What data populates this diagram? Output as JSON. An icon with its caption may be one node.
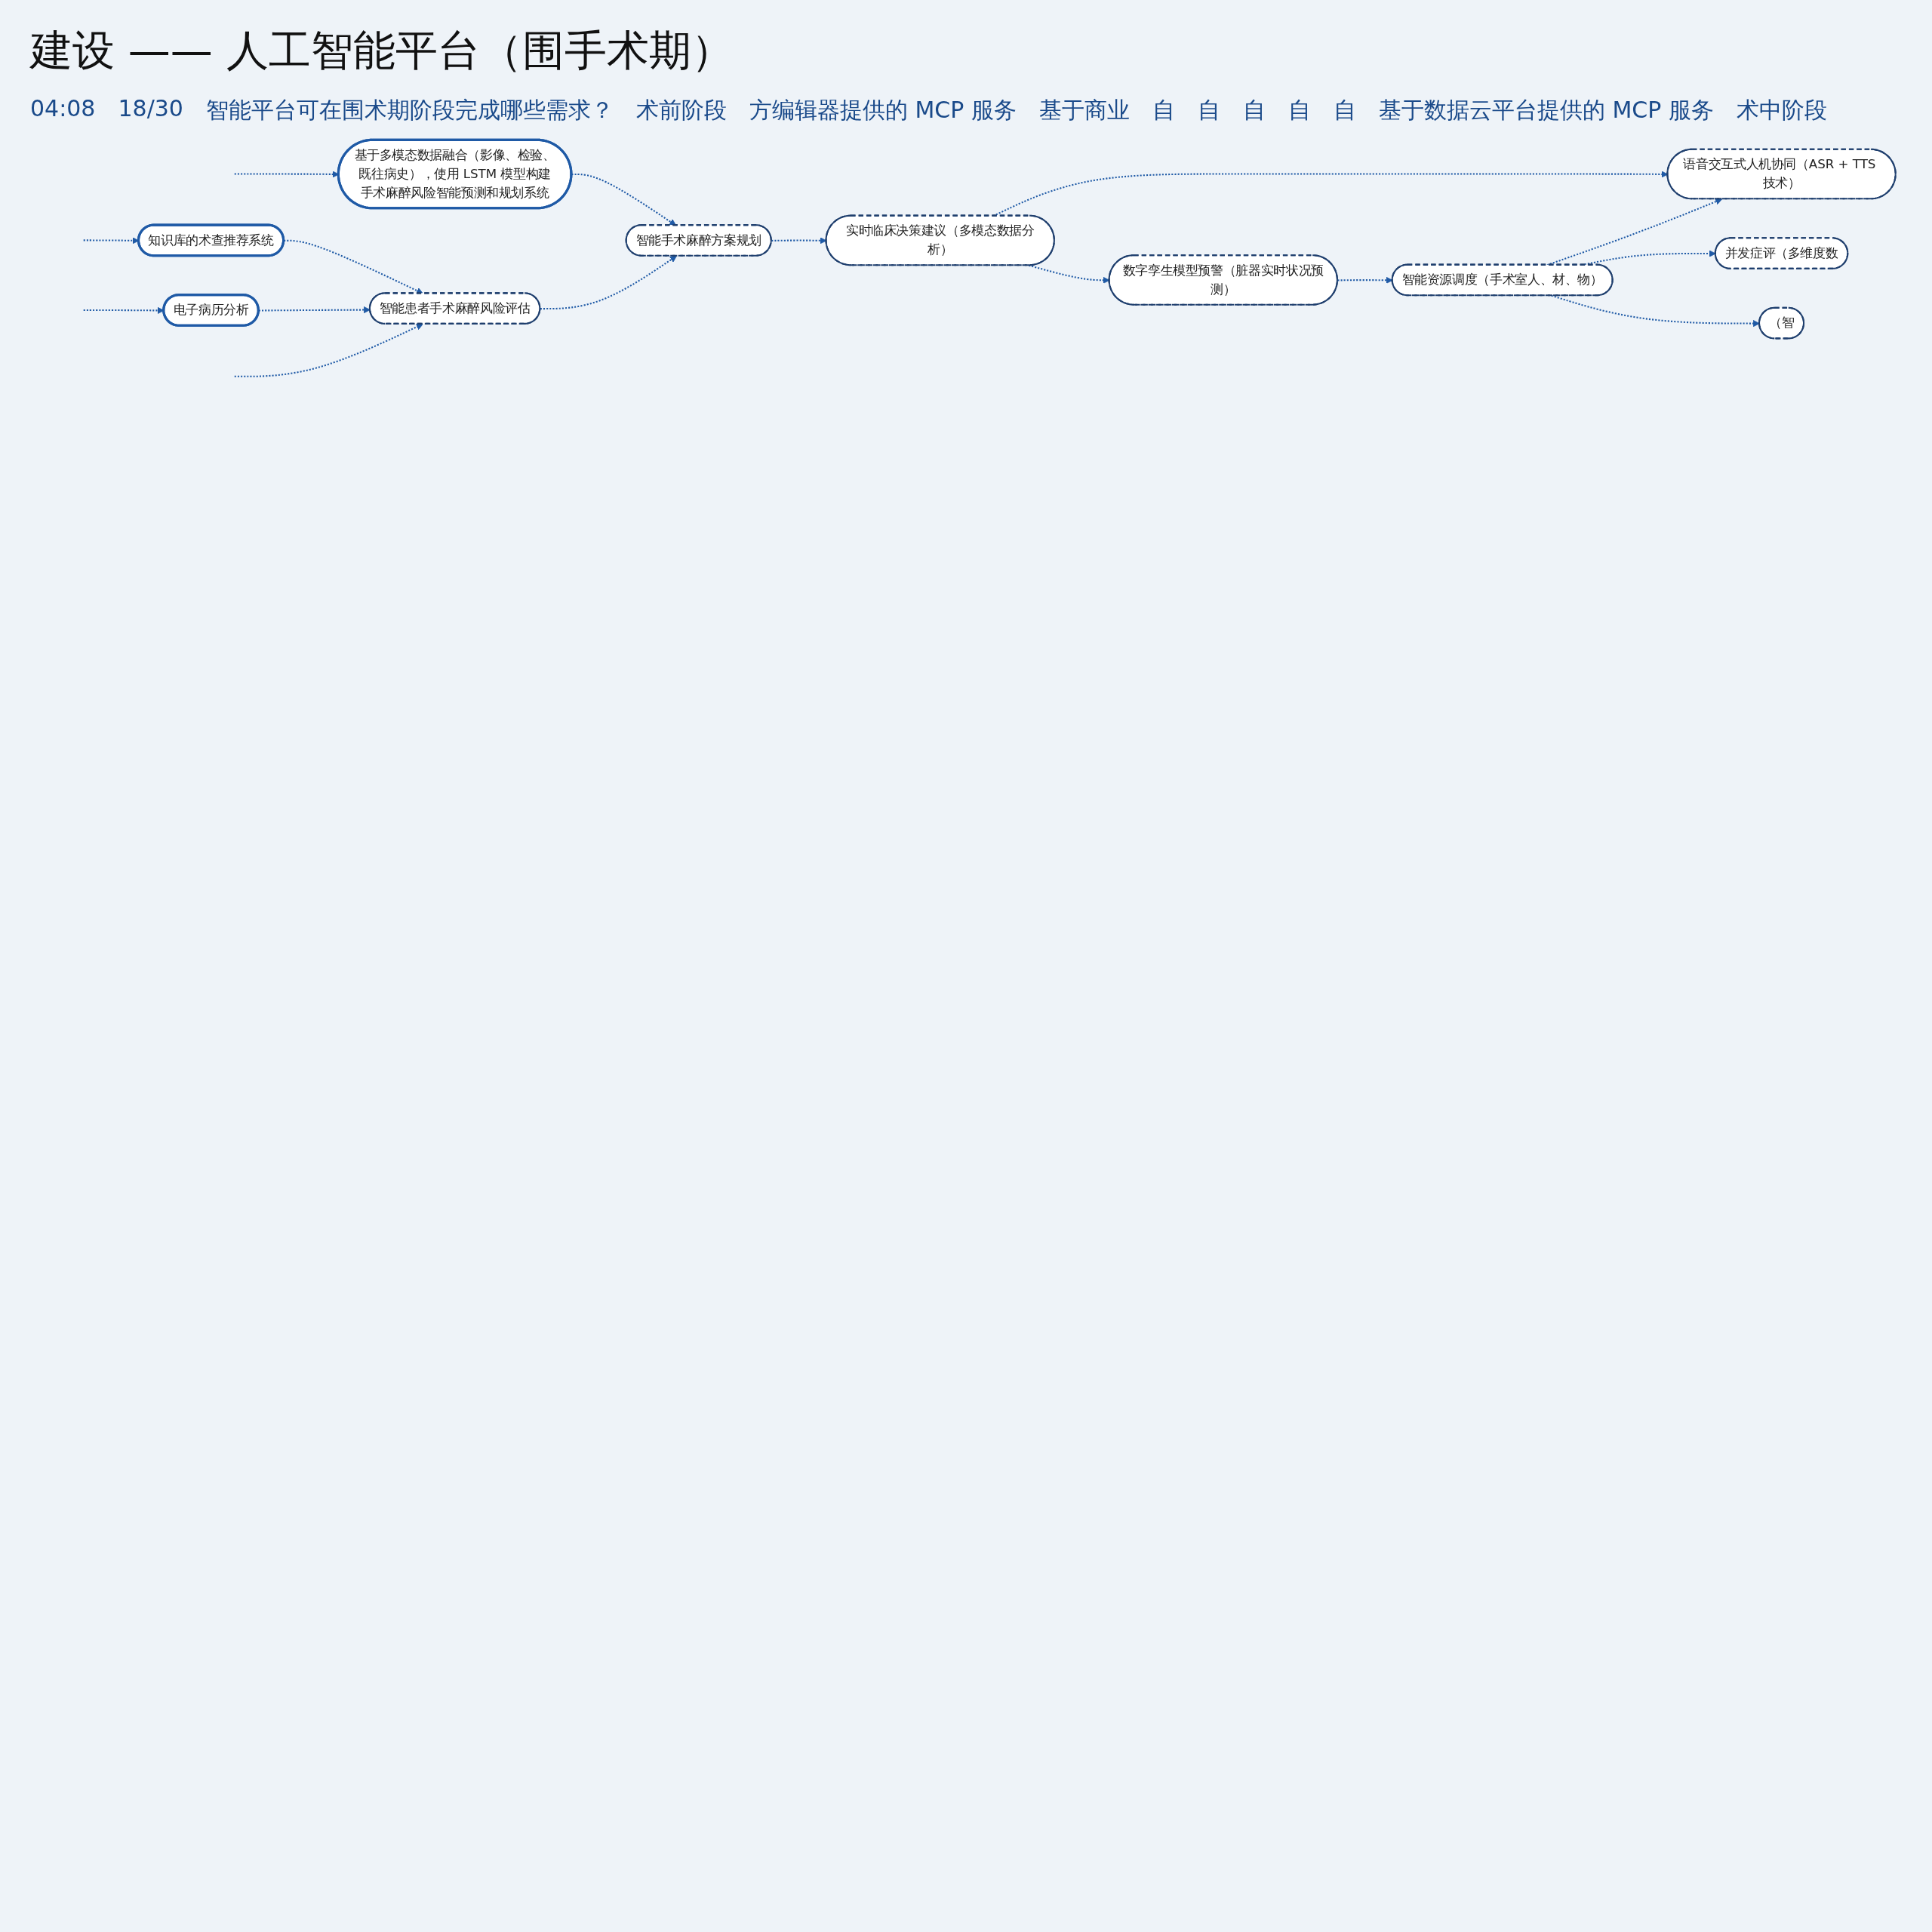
{
  "diagram": {
    "title": "建设 —— 人工智能平台（围手术期）",
    "nodes": [
      {
        "text": [
          "基于多模态数据融合（影像、检验、既往病史），使用 LSTM 模型构建手术麻醉风险智能预测和规划系统"
        ]
      },
      {
        "text": [
          "知识库的术查推荐系统"
        ]
      },
      {
        "text": [
          "电子病历分析"
        ]
      },
      {
        "text": [
          "智能患者手术麻醉风险评估"
        ]
      },
      {
        "text": [
          "智能手术麻醉方案规划"
        ]
      },
      {
        "text": [
          "语音交互式人机协同（ASR + TTS 技术）"
        ]
      },
      {
        "text": [
          "实时临床决策建议（多模态数据分析）"
        ]
      },
      {
        "text": [
          "数字孪生模型预警（脏器实时状况预测）"
        ]
      },
      {
        "text": [
          "智能资源调度（手术室人、材、物）"
        ]
      },
      {
        "text": [
          "并发症评（多维度数"
        ]
      },
      {
        "text": [
          "（智"
        ]
      }
    ],
    "edges": [
      {
        "from": null,
        "to": 0,
        "arrow": "to",
        "style": "dashed"
      },
      {
        "from": 0,
        "to": 4,
        "arrow": "to",
        "style": "dashed"
      },
      {
        "from": null,
        "to": 1,
        "arrow": "to",
        "style": "dashed"
      },
      {
        "from": 1,
        "to": 3,
        "arrow": "to",
        "style": "dashed"
      },
      {
        "from": null,
        "to": 2,
        "arrow": "to",
        "style": "dashed"
      },
      {
        "from": 2,
        "to": 3,
        "arrow": "to",
        "style": "dashed"
      },
      {
        "from": null,
        "to": 3,
        "arrow": "to",
        "style": "dashed"
      },
      {
        "from": 3,
        "to": 4,
        "arrow": "to",
        "style": "dashed"
      },
      {
        "from": 4,
        "to": 6,
        "arrow": "to",
        "style": "dashed"
      },
      {
        "from": 6,
        "to": 5,
        "arrow": "to",
        "style": "dashed"
      },
      {
        "from": 8,
        "to": 5,
        "arrow": "to",
        "style": "dashed"
      },
      {
        "from": 6,
        "to": 7,
        "arrow": "to",
        "style": "dashed"
      },
      {
        "from": 7,
        "to": 8,
        "arrow": "to",
        "style": "dashed"
      },
      {
        "from": 8,
        "to": 9,
        "arrow": "to",
        "style": "dashed"
      },
      {
        "from": 8,
        "to": 10,
        "arrow": "to",
        "style": "dashed"
      }
    ],
    "labels": [
      "04:08",
      "18/30",
      "智能平台可在围术期阶段完成哪些需求？",
      "术前阶段",
      "方编辑器提供的 MCP 服务",
      "基于商业",
      "自",
      "自",
      "自",
      "自",
      "自",
      "基于数据云平台提供的 MCP 服务",
      "术中阶段"
    ]
  }
}
